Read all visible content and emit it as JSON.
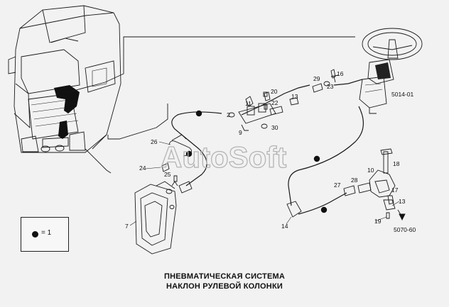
{
  "caption": {
    "line1": "ПНЕВМАТИЧЕСКАЯ СИСТЕМА",
    "line2": "НАКЛОН РУЛЕВОЙ КОЛОНКИ"
  },
  "legend": {
    "text": "= 1"
  },
  "watermark": "AutoSoft",
  "refs": {
    "steering": "5014-01",
    "valve": "5070-60"
  },
  "labels": {
    "n2": "2",
    "n7": "7",
    "n9": "9",
    "n10": "10",
    "n11": "11",
    "n13a": "13",
    "n13b": "13",
    "n14": "14",
    "n16": "16",
    "n17": "17",
    "n18": "18",
    "n19": "19",
    "n20": "20",
    "n22": "22",
    "n23": "23",
    "n24": "24",
    "n25": "25",
    "n26": "26",
    "n27": "27",
    "n28": "28",
    "n29": "29",
    "n30": "30"
  },
  "colors": {
    "line": "#1a1a1a",
    "background": "#f2f2f2",
    "watermark": "#b5b5b5"
  }
}
